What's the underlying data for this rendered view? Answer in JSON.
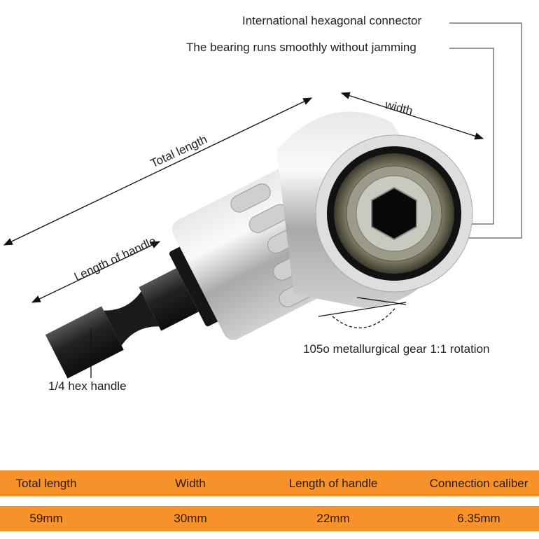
{
  "callouts": {
    "connector": "International hexagonal connector",
    "bearing": "The bearing runs smoothly without jamming",
    "width": "width",
    "total_length": "Total length",
    "handle_length": "Length of handle",
    "gear": "105o metallurgical gear 1:1 rotation",
    "hex_handle": "1/4 hex handle"
  },
  "specs": {
    "headers": [
      "Total length",
      "Width",
      "Length of handle",
      "Connection caliber"
    ],
    "values": [
      "59mm",
      "30mm",
      "22mm",
      "6.35mm"
    ]
  },
  "colors": {
    "band": "#f7922a"
  }
}
